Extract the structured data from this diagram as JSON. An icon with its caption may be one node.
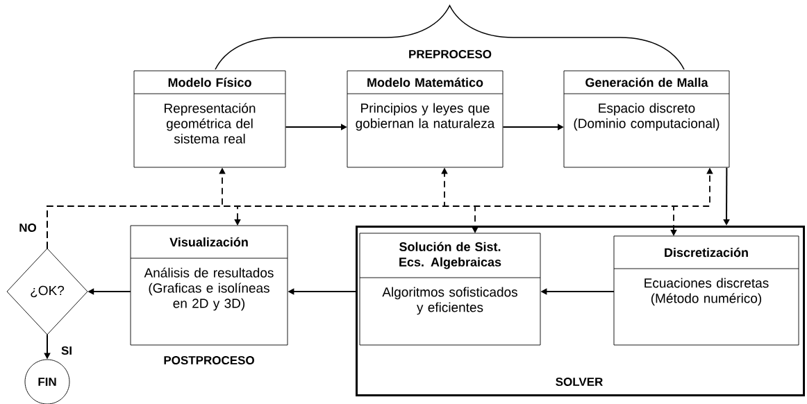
{
  "diagram": {
    "nodes": [
      {
        "text": [
          "Modelo Físico",
          "Representación geométrica del sistema real"
        ]
      },
      {
        "text": [
          "Modelo Matemático",
          "Principios y leyes que gobiernan la naturaleza"
        ]
      },
      {
        "text": [
          "Generación de Malla",
          "Espacio discreto (Dominio computacional)"
        ]
      },
      {
        "text": [
          "Visualización",
          "Análisis de resultados (Graficas e isolíneas en 2D y 3D)"
        ],
        "beside": [
          "POSTPROCESO"
        ]
      },
      {
        "text": [
          "SOLVER"
        ]
      },
      {
        "text": [
          "Solución de Sist. Ecs. Algebraicas",
          "Algoritmos sofisticados y eficientes"
        ],
        "in": 4
      },
      {
        "text": [
          "Discretización",
          "Ecuaciones discretas (Método numérico)"
        ],
        "in": 4
      },
      {
        "text": [
          "¿OK?"
        ]
      },
      {
        "text": [
          "FIN"
        ]
      }
    ],
    "edges": [
      {
        "from": 0,
        "to": 1,
        "arrow": "to"
      },
      {
        "from": 1,
        "to": 2,
        "arrow": "to"
      },
      {
        "from": 2,
        "to": 4,
        "arrow": "to"
      },
      {
        "from": 6,
        "to": 5,
        "arrow": "to"
      },
      {
        "from": 4,
        "to": 3,
        "arrow": "to"
      },
      {
        "from": 3,
        "to": 7,
        "arrow": "to"
      },
      {
        "from": 7,
        "to": 8,
        "arrow": "to",
        "label": "SI"
      },
      {
        "from": 7,
        "to": 0,
        "arrow": "to",
        "style": "dashed",
        "label": "NO"
      },
      {
        "from": 7,
        "to": 3,
        "arrow": "to",
        "style": "dashed"
      },
      {
        "from": 7,
        "to": 1,
        "arrow": "to",
        "style": "dashed"
      },
      {
        "from": 7,
        "to": 5,
        "arrow": "to",
        "style": "dashed"
      },
      {
        "from": 7,
        "to": 6,
        "arrow": "to",
        "style": "dashed"
      },
      {
        "from": 7,
        "to": 2,
        "arrow": "to",
        "style": "dashed"
      }
    ],
    "labels": [
      "PREPROCESO"
    ]
  }
}
